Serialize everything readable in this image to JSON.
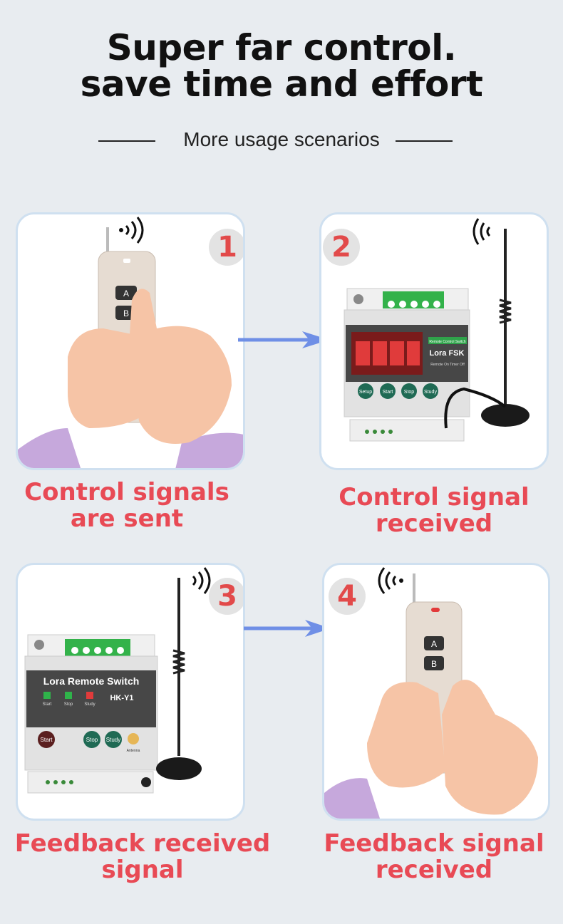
{
  "header": {
    "title_line1": "Super far control.",
    "title_line2": "save time and effort",
    "subtitle": "More usage scenarios"
  },
  "steps": [
    {
      "number": "1",
      "caption_line1": "Control signals",
      "caption_line2": "are sent"
    },
    {
      "number": "2",
      "caption_line1": "Control signal",
      "caption_line2": "received"
    },
    {
      "number": "3",
      "caption_line1": "Feedback received",
      "caption_line2": "signal"
    },
    {
      "number": "4",
      "caption_line1": "Feedback signal",
      "caption_line2": "received"
    }
  ],
  "remote": {
    "button_a": "A",
    "button_b": "B"
  },
  "device_fsk": {
    "tag": "Remote Control Switch",
    "name": "Lora FSK",
    "modes": "Remote On Timer Off",
    "buttons": [
      "Setup",
      "Start",
      "Stop",
      "Study"
    ]
  },
  "device_y1": {
    "title": "Lora Remote Switch",
    "model": "HK-Y1",
    "leds": [
      "Start",
      "Stop",
      "Study"
    ],
    "buttons": [
      "Start",
      "Stop",
      "Study"
    ],
    "antenna_label": "Antenna"
  },
  "colors": {
    "caption_red": "#e84a55",
    "number_red": "#e24a4a",
    "card_border": "#cfe0f0",
    "arrow_blue": "#6f8fe6"
  }
}
